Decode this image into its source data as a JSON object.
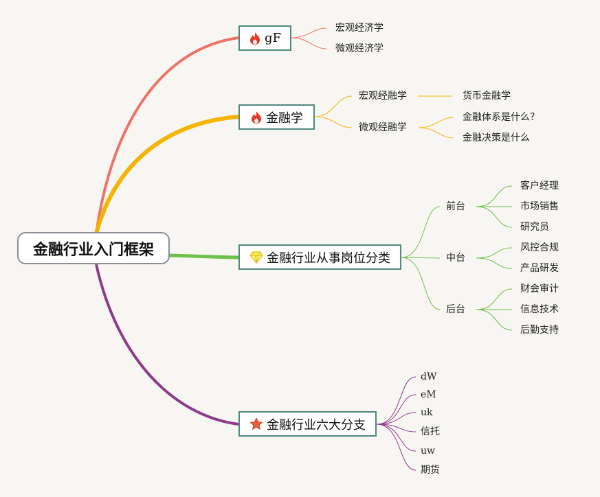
{
  "root": {
    "title": "金融行业入门框架"
  },
  "branches": [
    {
      "title": "gF",
      "icon": "fire-icon",
      "color": "#ef7266",
      "children": [
        "宏观经济学",
        "微观经济学"
      ]
    },
    {
      "title": "金融学",
      "icon": "fire-icon",
      "color": "#f5b400",
      "children": [
        {
          "title": "宏观经融学",
          "children": [
            "货币金融学"
          ]
        },
        {
          "title": "微观经融学",
          "children": [
            "金融体系是什么？",
            "金融决策是什么"
          ]
        }
      ]
    },
    {
      "title": "金融行业从事岗位分类",
      "icon": "gem-icon",
      "color": "#6cc24a",
      "children": [
        {
          "title": "前台",
          "children": [
            "客户经理",
            "市场销售",
            "研究员"
          ]
        },
        {
          "title": "中台",
          "children": [
            "风控合规",
            "产品研发"
          ]
        },
        {
          "title": "后台",
          "children": [
            "财会审计",
            "信息技术",
            "后勤支持"
          ]
        }
      ]
    },
    {
      "title": "金融行业六大分支",
      "icon": "star-icon",
      "color": "#8e3a8c",
      "children": [
        "dW",
        "eM",
        "uk",
        "信托",
        "uw",
        "期货"
      ]
    }
  ]
}
